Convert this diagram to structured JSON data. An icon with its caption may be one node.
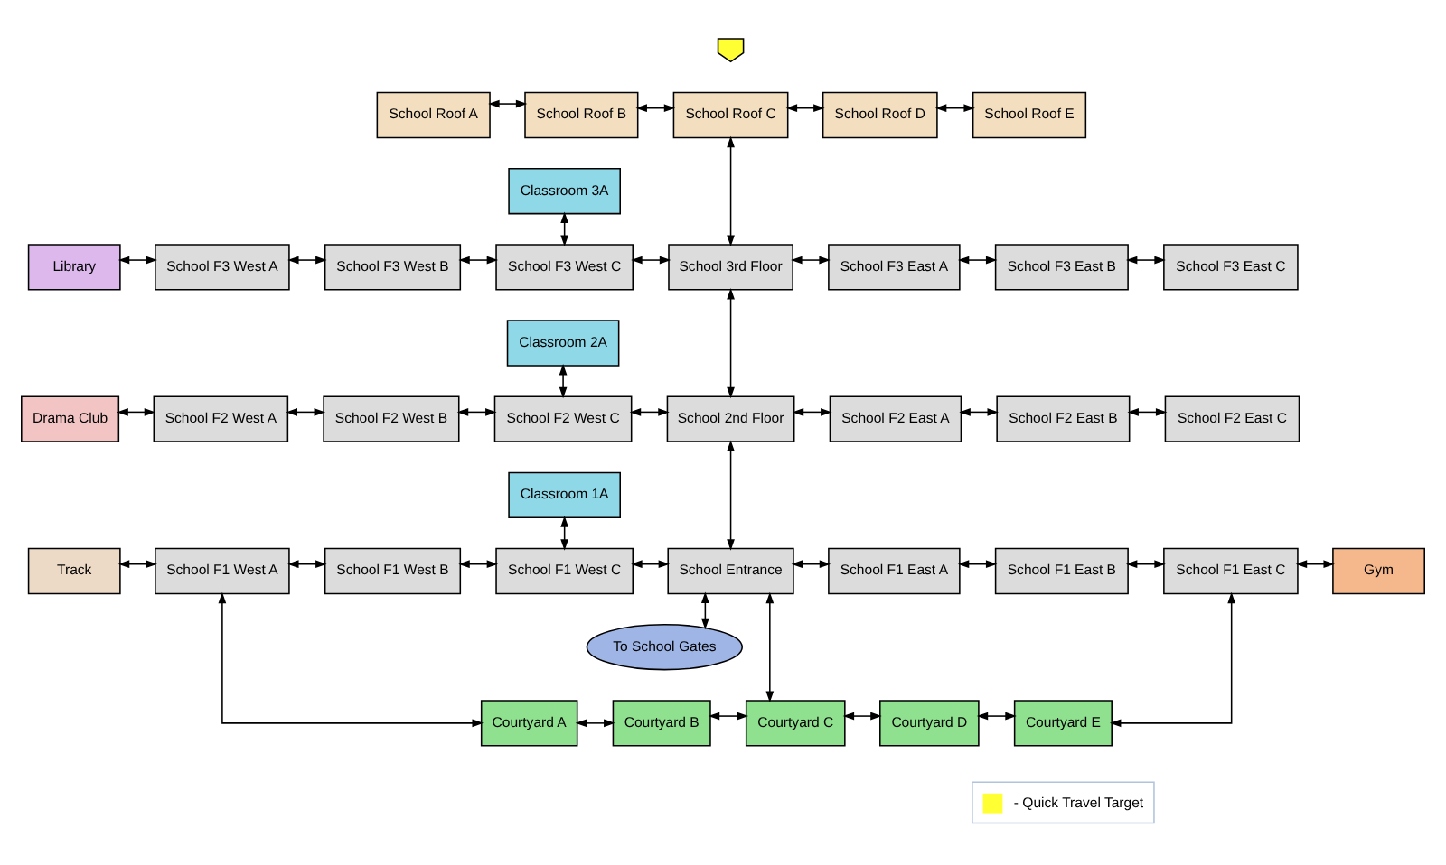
{
  "diagram": {
    "nodes": [
      {
        "text": [
          "School Roof A"
        ]
      },
      {
        "text": [
          "School Roof B"
        ]
      },
      {
        "text": [
          "School Roof C"
        ]
      },
      {
        "text": [
          "School Roof D"
        ]
      },
      {
        "text": [
          "School Roof E"
        ]
      },
      {
        "text": [],
        "shape": "pentagon"
      },
      {
        "text": [
          "Classroom 3A"
        ]
      },
      {
        "text": [
          "Library"
        ]
      },
      {
        "text": [
          "School F3 West A"
        ]
      },
      {
        "text": [
          "School F3 West B"
        ]
      },
      {
        "text": [
          "School F3 West C"
        ]
      },
      {
        "text": [
          "School 3rd Floor"
        ]
      },
      {
        "text": [
          "School F3 East A"
        ]
      },
      {
        "text": [
          "School F3 East B"
        ]
      },
      {
        "text": [
          "School F3 East C"
        ]
      },
      {
        "text": [
          "Classroom 2A"
        ]
      },
      {
        "text": [
          "Drama Club"
        ]
      },
      {
        "text": [
          "School F2 West A"
        ]
      },
      {
        "text": [
          "School F2 West B"
        ]
      },
      {
        "text": [
          "School F2 West C"
        ]
      },
      {
        "text": [
          "School 2nd Floor"
        ]
      },
      {
        "text": [
          "School F2 East A"
        ]
      },
      {
        "text": [
          "School F2 East B"
        ]
      },
      {
        "text": [
          "School F2 East C"
        ]
      },
      {
        "text": [
          "Classroom 1A"
        ]
      },
      {
        "text": [
          "Track"
        ]
      },
      {
        "text": [
          "School F1 West A"
        ]
      },
      {
        "text": [
          "School F1 West B"
        ]
      },
      {
        "text": [
          "School F1 West C"
        ]
      },
      {
        "text": [
          "School Entrance"
        ]
      },
      {
        "text": [
          "School F1 East A"
        ]
      },
      {
        "text": [
          "School F1 East B"
        ]
      },
      {
        "text": [
          "School F1 East C"
        ]
      },
      {
        "text": [
          "Gym"
        ]
      },
      {
        "text": [
          "To School Gates"
        ]
      },
      {
        "text": [
          "Courtyard A"
        ]
      },
      {
        "text": [
          "Courtyard B"
        ]
      },
      {
        "text": [
          "Courtyard C"
        ]
      },
      {
        "text": [
          "Courtyard D"
        ]
      },
      {
        "text": [
          "Courtyard E"
        ]
      }
    ],
    "edges": [
      {
        "from": 0,
        "to": 1,
        "arrow": "both"
      },
      {
        "from": 1,
        "to": 2,
        "arrow": "both"
      },
      {
        "from": 2,
        "to": 3,
        "arrow": "both"
      },
      {
        "from": 3,
        "to": 4,
        "arrow": "both"
      },
      {
        "from": 2,
        "to": 11,
        "arrow": "both"
      },
      {
        "from": 6,
        "to": 10,
        "arrow": "both"
      },
      {
        "from": 7,
        "to": 8,
        "arrow": "both"
      },
      {
        "from": 8,
        "to": 9,
        "arrow": "both"
      },
      {
        "from": 9,
        "to": 10,
        "arrow": "both"
      },
      {
        "from": 10,
        "to": 11,
        "arrow": "both"
      },
      {
        "from": 11,
        "to": 12,
        "arrow": "both"
      },
      {
        "from": 12,
        "to": 13,
        "arrow": "both"
      },
      {
        "from": 13,
        "to": 14,
        "arrow": "both"
      },
      {
        "from": 11,
        "to": 20,
        "arrow": "both"
      },
      {
        "from": 15,
        "to": 19,
        "arrow": "both"
      },
      {
        "from": 16,
        "to": 17,
        "arrow": "both"
      },
      {
        "from": 17,
        "to": 18,
        "arrow": "both"
      },
      {
        "from": 18,
        "to": 19,
        "arrow": "both"
      },
      {
        "from": 19,
        "to": 20,
        "arrow": "both"
      },
      {
        "from": 20,
        "to": 21,
        "arrow": "both"
      },
      {
        "from": 21,
        "to": 22,
        "arrow": "both"
      },
      {
        "from": 22,
        "to": 23,
        "arrow": "both"
      },
      {
        "from": 20,
        "to": 29,
        "arrow": "both"
      },
      {
        "from": 24,
        "to": 28,
        "arrow": "both"
      },
      {
        "from": 25,
        "to": 26,
        "arrow": "both"
      },
      {
        "from": 26,
        "to": 27,
        "arrow": "both"
      },
      {
        "from": 27,
        "to": 28,
        "arrow": "both"
      },
      {
        "from": 28,
        "to": 29,
        "arrow": "both"
      },
      {
        "from": 29,
        "to": 30,
        "arrow": "both"
      },
      {
        "from": 30,
        "to": 31,
        "arrow": "both"
      },
      {
        "from": 31,
        "to": 32,
        "arrow": "both"
      },
      {
        "from": 32,
        "to": 33,
        "arrow": "both"
      },
      {
        "from": 29,
        "to": 34,
        "arrow": "both"
      },
      {
        "from": 26,
        "to": 35,
        "arrow": "both"
      },
      {
        "from": 35,
        "to": 36,
        "arrow": "both"
      },
      {
        "from": 36,
        "to": 37,
        "arrow": "both"
      },
      {
        "from": 37,
        "to": 38,
        "arrow": "both"
      },
      {
        "from": 38,
        "to": 39,
        "arrow": "both"
      },
      {
        "from": 29,
        "to": 37,
        "arrow": "both"
      },
      {
        "from": 32,
        "to": 39,
        "arrow": "both"
      }
    ],
    "legend": [
      {
        "text": "- Quick Travel Target"
      }
    ]
  }
}
